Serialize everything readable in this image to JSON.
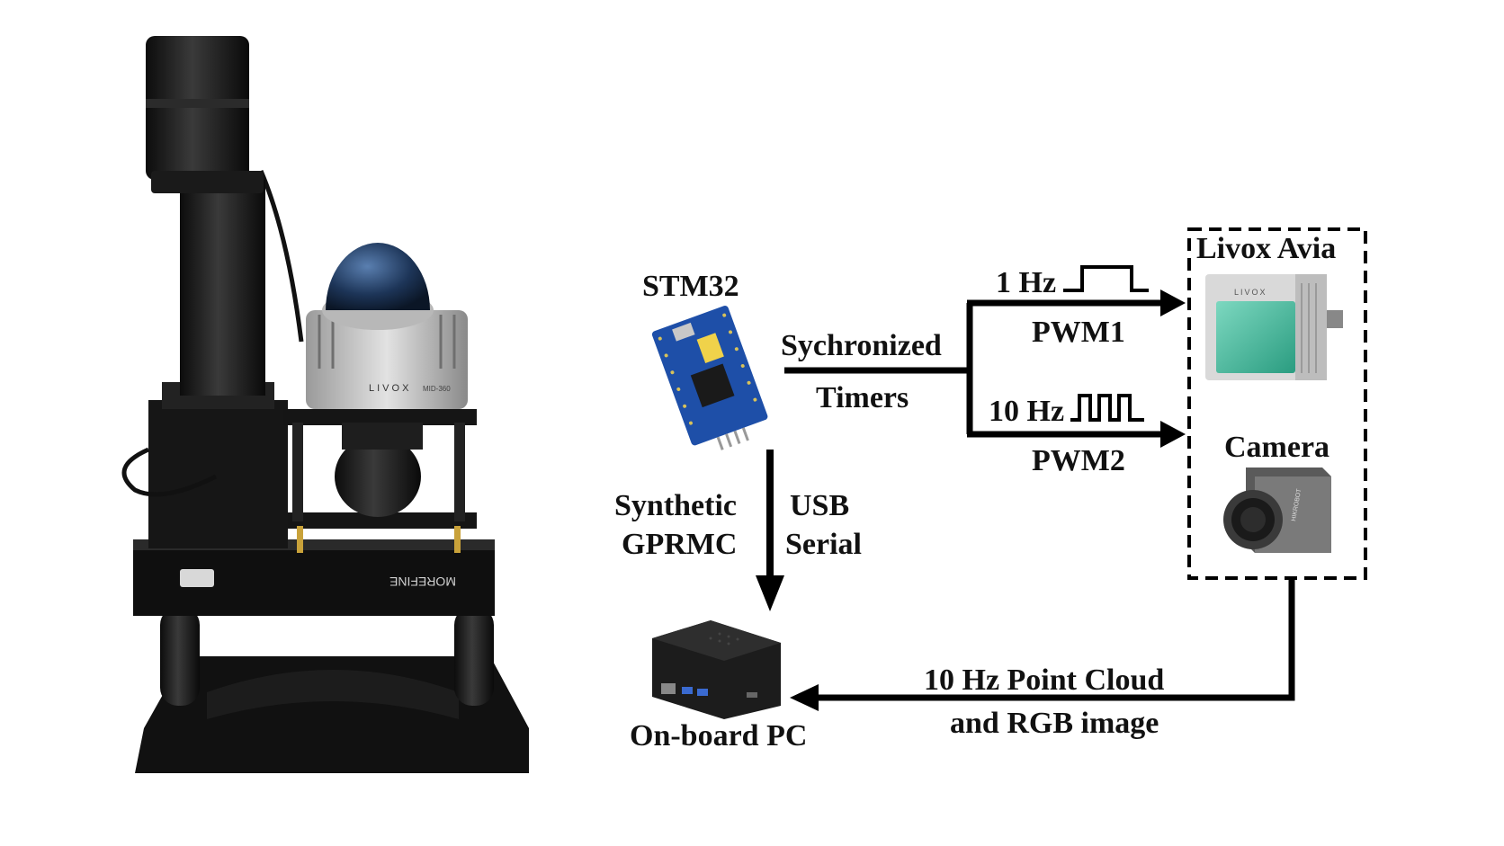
{
  "labels": {
    "stm32": "STM32",
    "sync_line1": "Sychronized",
    "sync_line2": "Timers",
    "freq1": "1 Hz",
    "pwm1": "PWM1",
    "freq2": "10 Hz",
    "pwm2": "PWM2",
    "livox": "Livox Avia",
    "camera": "Camera",
    "synthetic_line1": "Synthetic",
    "synthetic_line2": "GPRMC",
    "usb_line1": "USB",
    "usb_line2": "Serial",
    "onboard_pc": "On-board PC",
    "cloud_line1": "10 Hz Point Cloud",
    "cloud_line2": "and RGB image"
  },
  "device_marks": {
    "lidar_brand": "LIVOX",
    "lidar_model": "MID-360",
    "base_brand": "MOREFINE",
    "avia_brand": "LIVOX",
    "camera_brand": "HIKROBOT"
  },
  "colors": {
    "line": "#000000",
    "board_blue": "#1e4fa8",
    "avia_green": "#3fb79a"
  }
}
